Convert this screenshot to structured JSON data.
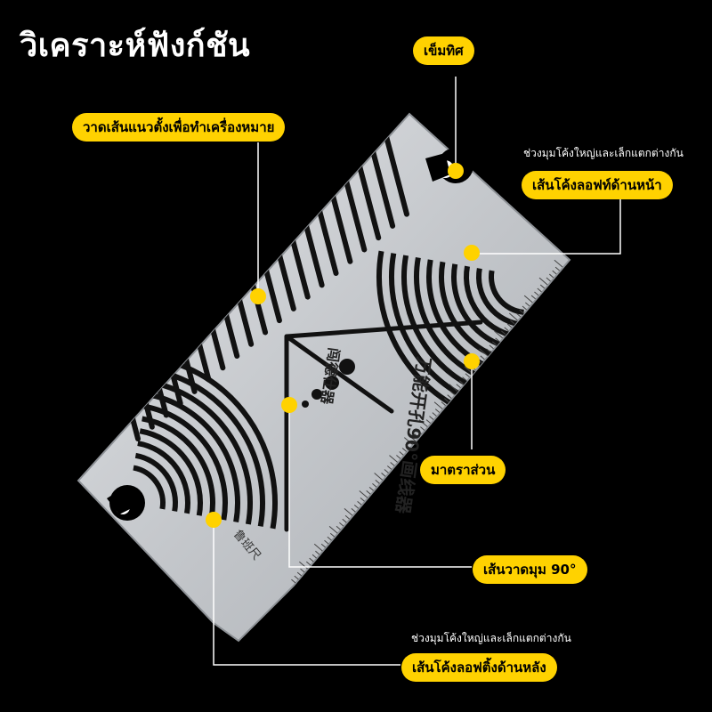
{
  "title": "วิเคราะห์ฟังก์ชัน",
  "labels": {
    "compass": "เข็มทิศ",
    "vertical_lines": "วาดเส้นแนวตั้งเพื่อทำเครื่องหมาย",
    "front_loft_note": "ช่วงมุมโค้งใหญ่และเล็กแตกต่างกัน",
    "front_loft": "เส้นโค้งลอฟท์ด้านหน้า",
    "scale": "มาตราส่วน",
    "angle_line": "เส้นวาดมุม 90°",
    "back_loft_note": "ช่วงมุมโค้งใหญ่และเล็กแตกต่างกัน",
    "back_loft": "เส้นโค้งลอฟติ้งด้านหลัง"
  },
  "ruler_text": {
    "main": "万能开孔90°画线器",
    "brand": "闯德仕器",
    "side": "鲁班尺"
  },
  "colors": {
    "background": "#000000",
    "accent": "#ffd200",
    "text": "#ffffff",
    "ruler": "#c9ccd0"
  }
}
